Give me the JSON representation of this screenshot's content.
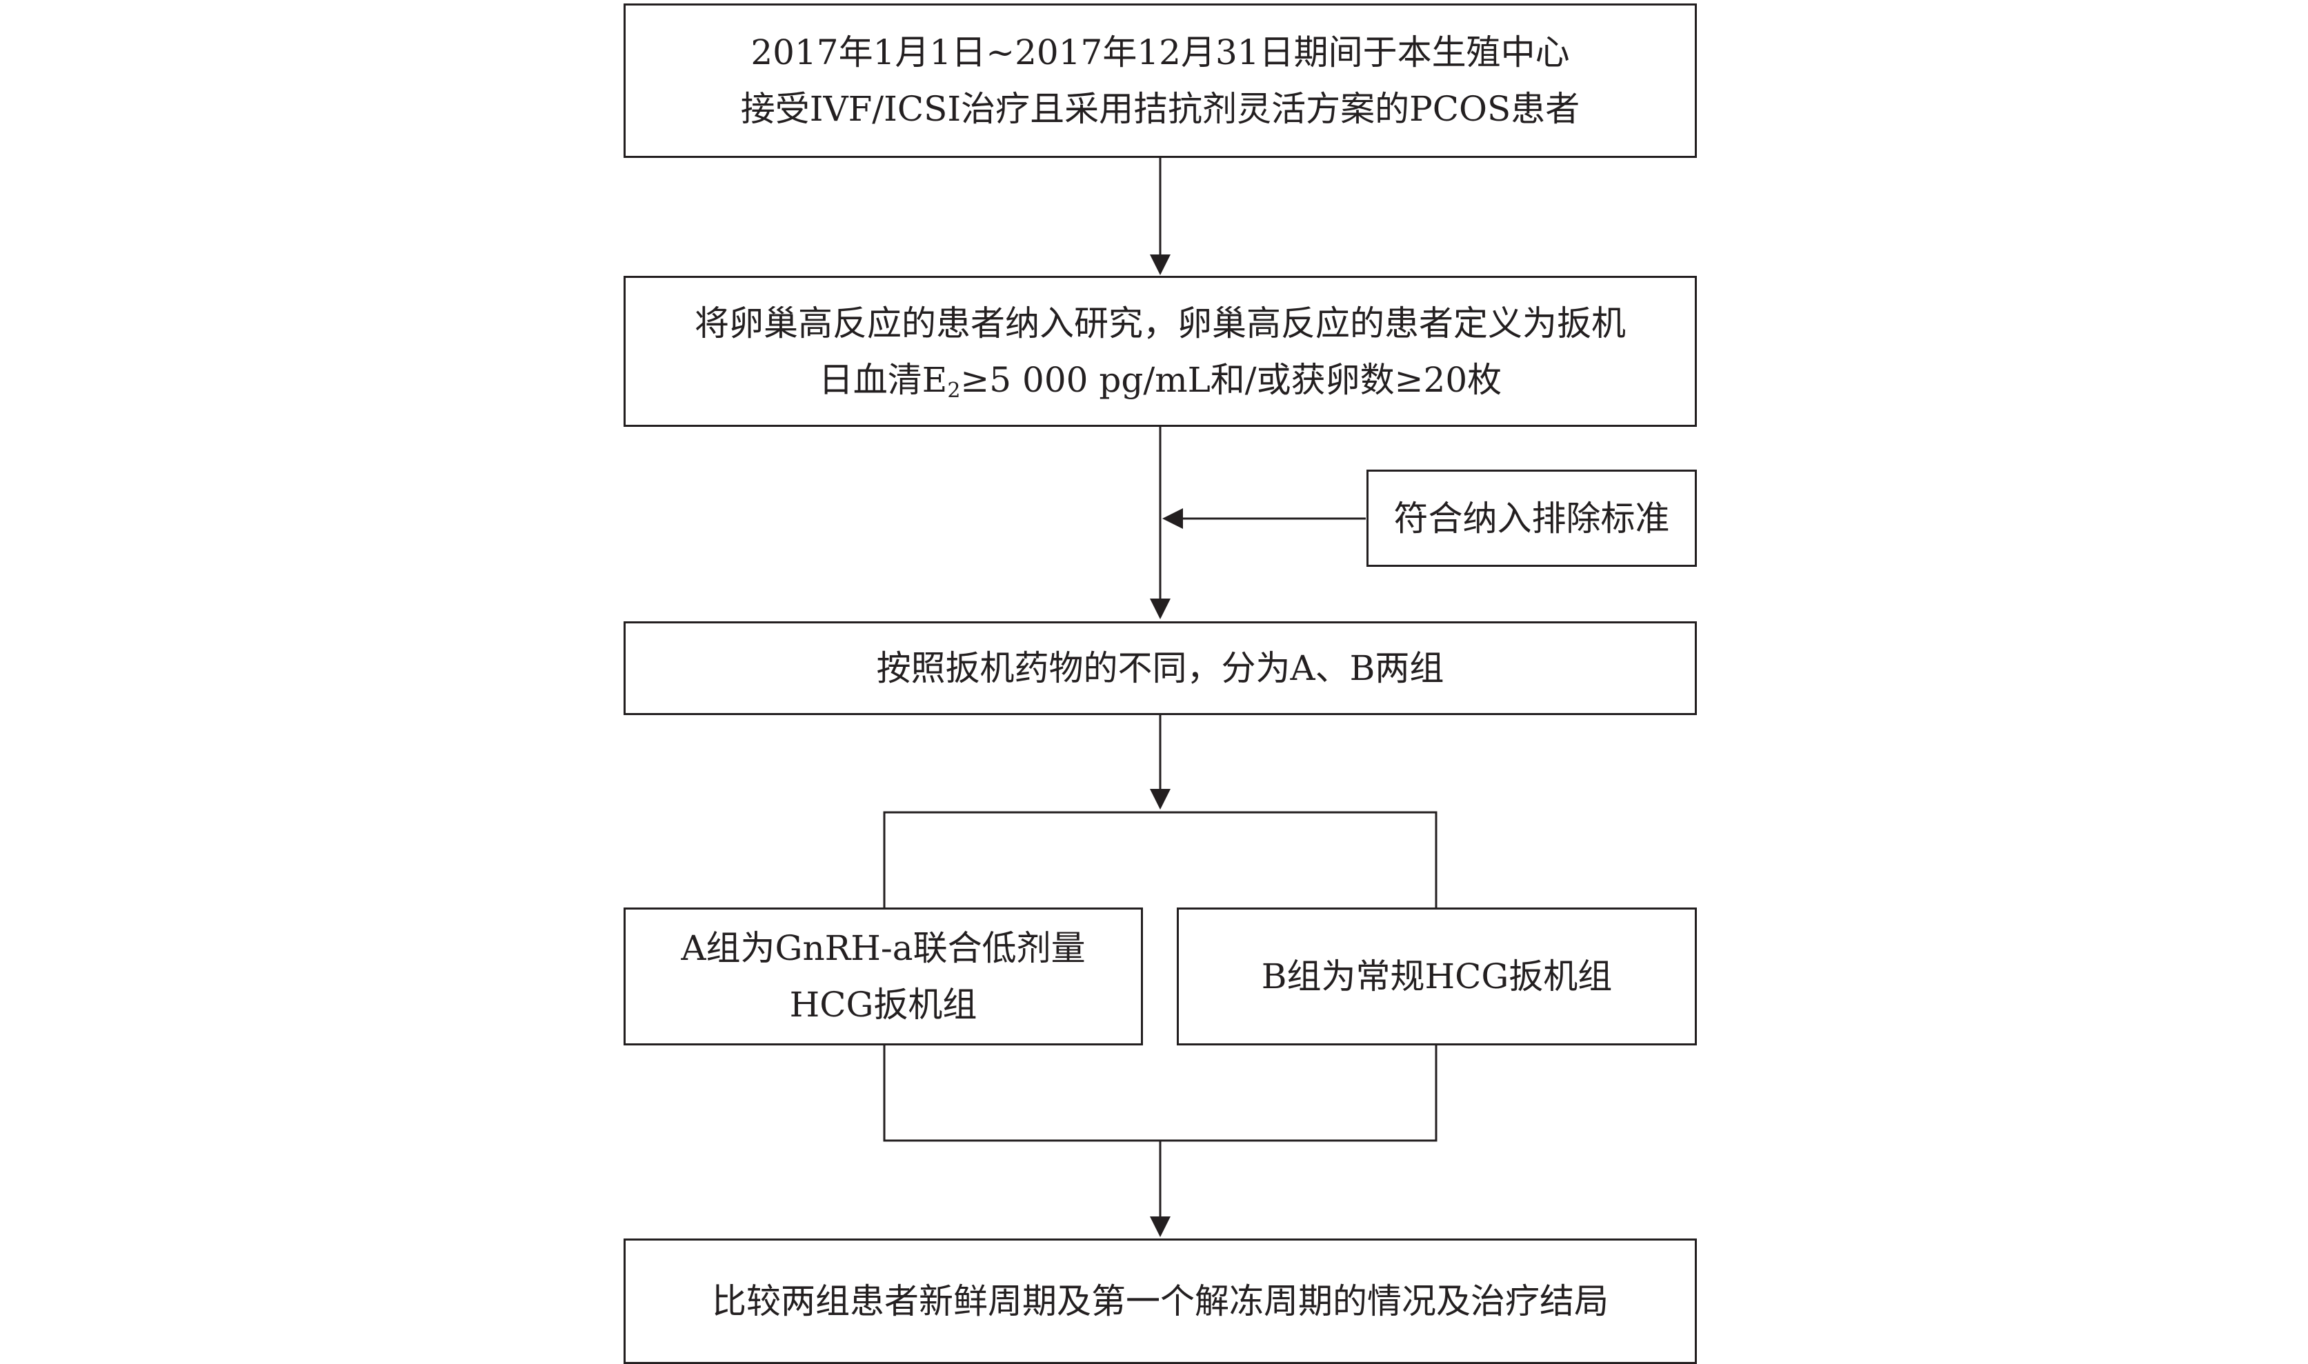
{
  "boxes": {
    "start": {
      "line1": "2017年1月1日~2017年12月31日期间于本生殖中心",
      "line2": "接受IVF/ICSI治疗且采用拮抗剂灵活方案的PCOS患者"
    },
    "inclusion": {
      "line1": "将卵巢高反应的患者纳入研究，卵巢高反应的患者定义为扳机",
      "line2_pre": "日血清E",
      "line2_sub": "2",
      "line2_post": "≥5 000 pg/mL和/或获卵数≥20枚"
    },
    "criteria": {
      "label": "符合纳入排除标准"
    },
    "grouping": {
      "label": "按照扳机药物的不同，分为A、B两组"
    },
    "group_a": {
      "line1": "A组为GnRH-a联合低剂量",
      "line2": "HCG扳机组"
    },
    "group_b": {
      "label": "B组为常规HCG扳机组"
    },
    "outcome": {
      "label": "比较两组患者新鲜周期及第一个解冻周期的情况及治疗结局"
    }
  },
  "colors": {
    "stroke": "#231f20",
    "background": "#ffffff"
  }
}
